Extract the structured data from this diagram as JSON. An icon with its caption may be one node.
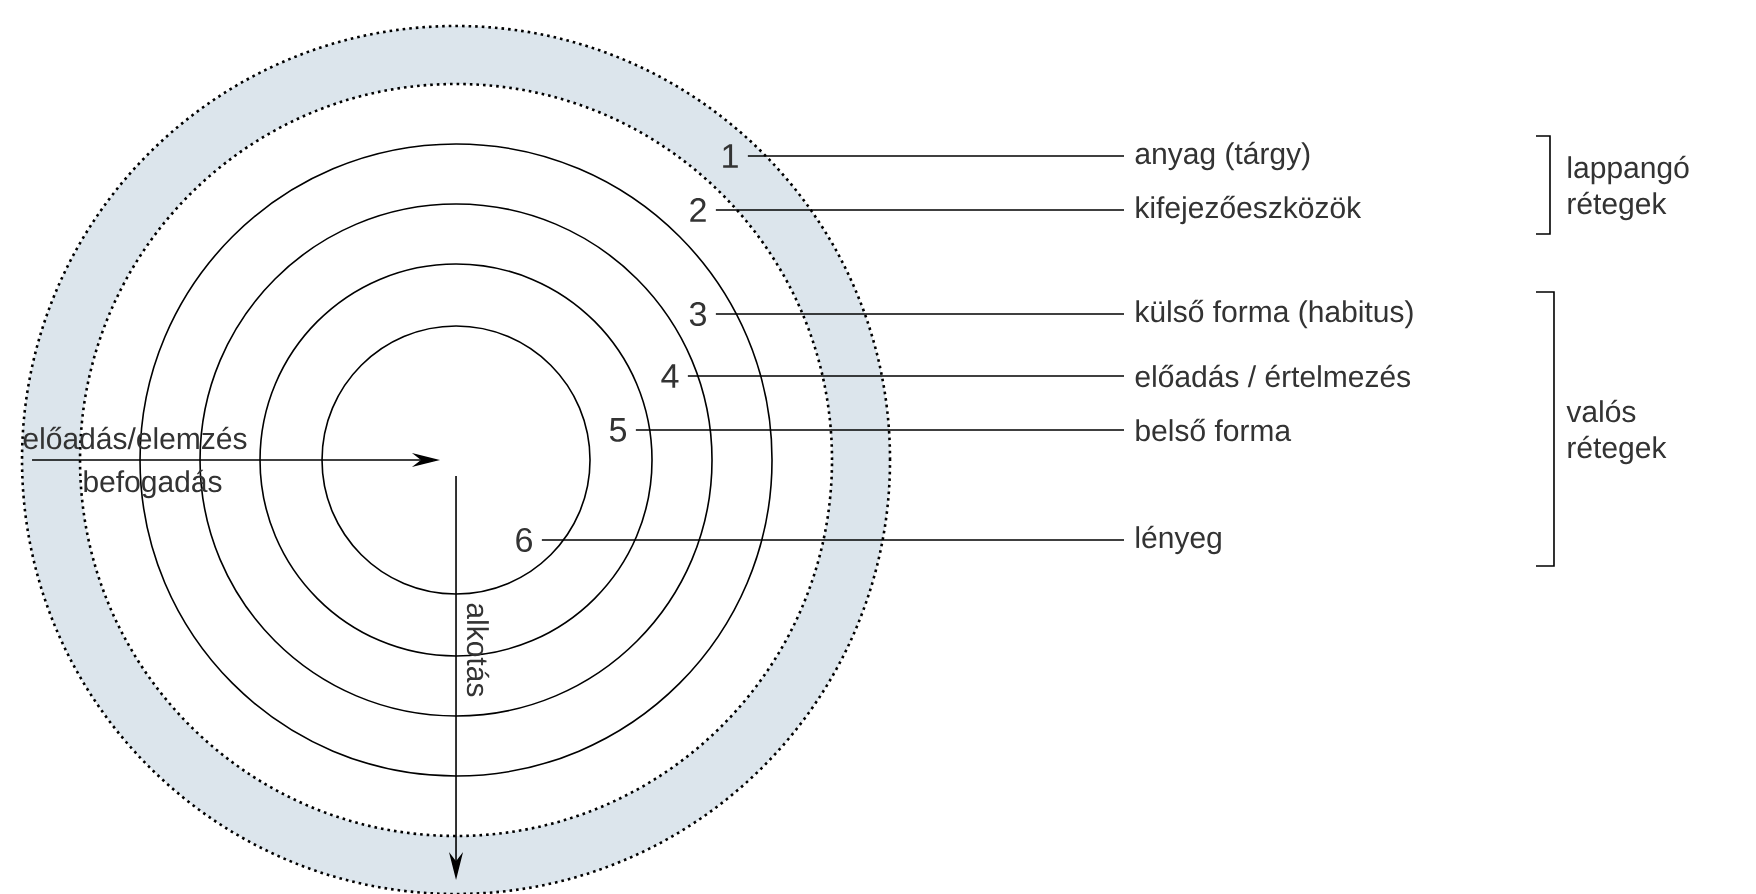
{
  "diagram": {
    "nodes": [
      {
        "text": [],
        "shape": "circle"
      },
      {
        "text": [],
        "shape": "circle",
        "in": 0
      },
      {
        "text": [],
        "shape": "circle",
        "in": 1
      },
      {
        "text": [],
        "shape": "circle",
        "in": 2
      },
      {
        "text": [],
        "shape": "circle",
        "in": 3
      },
      {
        "text": [],
        "shape": "circle",
        "in": 4
      },
      {
        "text": [
          "1"
        ],
        "in": 0
      },
      {
        "text": [
          "2"
        ],
        "in": 1
      },
      {
        "text": [
          "3"
        ],
        "in": 2
      },
      {
        "text": [
          "4"
        ],
        "in": 3
      },
      {
        "text": [
          "5"
        ],
        "in": 4
      },
      {
        "text": [
          "6"
        ],
        "in": 5
      },
      {
        "text": [
          "anyag (tárgy)"
        ]
      },
      {
        "text": [
          "kifejezőeszközök"
        ]
      },
      {
        "text": [
          "külső forma (habitus)"
        ]
      },
      {
        "text": [
          "előadás / értelmezés"
        ]
      },
      {
        "text": [
          "belső forma"
        ]
      },
      {
        "text": [
          "lényeg"
        ]
      }
    ],
    "edges": [
      {
        "from": 6,
        "to": 12,
        "arrow": "none"
      },
      {
        "from": 7,
        "to": 13,
        "arrow": "none"
      },
      {
        "from": 8,
        "to": 14,
        "arrow": "none"
      },
      {
        "from": 9,
        "to": 15,
        "arrow": "none"
      },
      {
        "from": 10,
        "to": 16,
        "arrow": "none"
      },
      {
        "from": 11,
        "to": 17,
        "arrow": "none"
      }
    ],
    "labels": [
      "lappangó rétegek",
      "valós rétegek",
      "előadás/elemzés",
      "befogadás",
      "alkotás"
    ]
  }
}
